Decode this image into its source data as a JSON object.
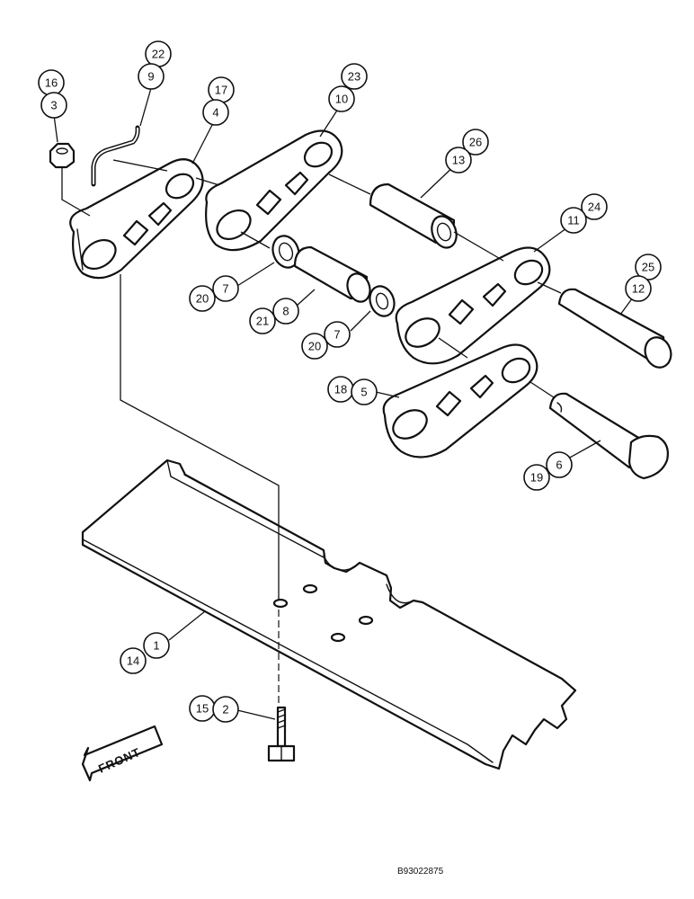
{
  "diagram": {
    "drawing_code": "B93022875",
    "front_label": "FRONT",
    "callouts": [
      {
        "id": "c16",
        "label": "16"
      },
      {
        "id": "c3",
        "label": "3"
      },
      {
        "id": "c22",
        "label": "22"
      },
      {
        "id": "c9",
        "label": "9"
      },
      {
        "id": "c17",
        "label": "17"
      },
      {
        "id": "c4",
        "label": "4"
      },
      {
        "id": "c23",
        "label": "23"
      },
      {
        "id": "c10",
        "label": "10"
      },
      {
        "id": "c26",
        "label": "26"
      },
      {
        "id": "c13",
        "label": "13"
      },
      {
        "id": "c24",
        "label": "24"
      },
      {
        "id": "c11",
        "label": "11"
      },
      {
        "id": "c25",
        "label": "25"
      },
      {
        "id": "c12",
        "label": "12"
      },
      {
        "id": "c20a",
        "label": "20"
      },
      {
        "id": "c7a",
        "label": "7"
      },
      {
        "id": "c21",
        "label": "21"
      },
      {
        "id": "c8",
        "label": "8"
      },
      {
        "id": "c20b",
        "label": "20"
      },
      {
        "id": "c7b",
        "label": "7"
      },
      {
        "id": "c18",
        "label": "18"
      },
      {
        "id": "c5",
        "label": "5"
      },
      {
        "id": "c19",
        "label": "19"
      },
      {
        "id": "c6",
        "label": "6"
      },
      {
        "id": "c14",
        "label": "14"
      },
      {
        "id": "c1",
        "label": "1"
      },
      {
        "id": "c15",
        "label": "15"
      },
      {
        "id": "c2",
        "label": "2"
      }
    ]
  }
}
